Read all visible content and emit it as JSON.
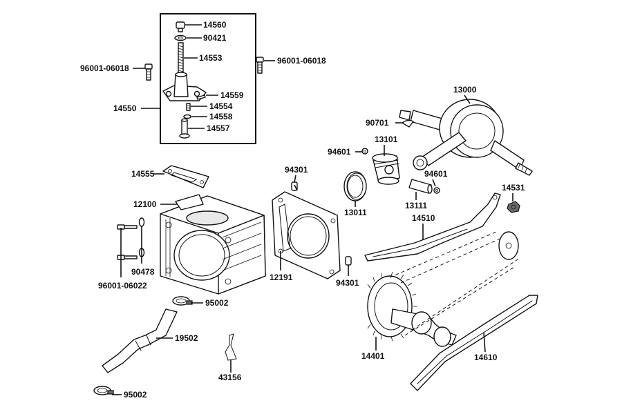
{
  "labels": {
    "p14560": "14560",
    "p90421": "90421",
    "p14553": "14553",
    "p96001_06018_left": "96001-06018",
    "p96001_06018_right": "96001-06018",
    "p14559": "14559",
    "p14550": "14550",
    "p14554": "14554",
    "p14558": "14558",
    "p14557": "14557",
    "p13000": "13000",
    "p90701": "90701",
    "p13101": "13101",
    "p94601_left": "94601",
    "p94601_right": "94601",
    "p14555": "14555",
    "p94301_top": "94301",
    "p94301_bottom": "94301",
    "p14531": "14531",
    "p12100": "12100",
    "p13011": "13011",
    "p13111": "13111",
    "p14510": "14510",
    "p90478": "90478",
    "p96001_06022": "96001-06022",
    "p12191": "12191",
    "p95002_top": "95002",
    "p95002_bottom": "95002",
    "p19502": "19502",
    "p43156": "43156",
    "p14401": "14401",
    "p14610": "14610"
  }
}
